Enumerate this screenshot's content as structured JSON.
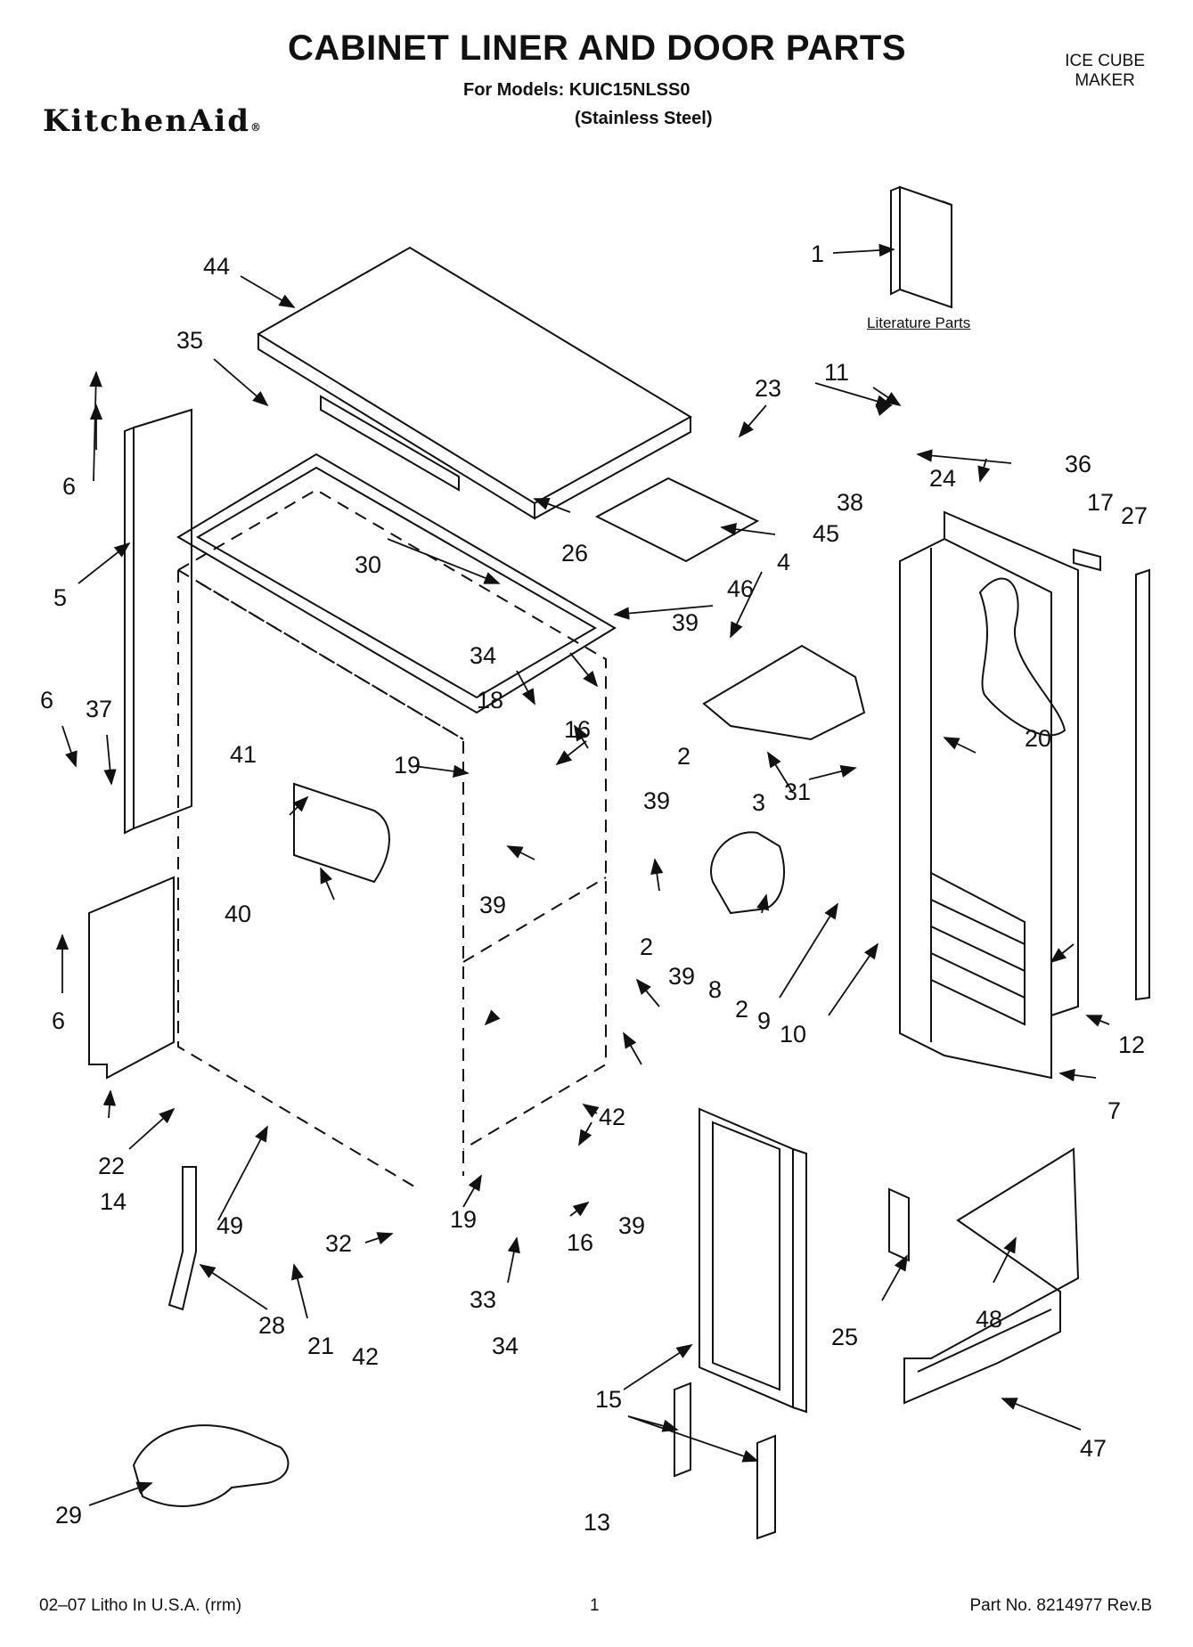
{
  "header": {
    "title": "CABINET LINER AND DOOR PARTS",
    "models_label": "For Models: KUIC15NLSS0",
    "variant": "(Stainless Steel)",
    "brand": "KitchenAid",
    "brand_mark": "®",
    "section_line1": "ICE CUBE",
    "section_line2": "MAKER"
  },
  "diagram": {
    "literature_label": "Literature Parts",
    "callouts": [
      "1",
      "2",
      "2",
      "2",
      "2",
      "3",
      "4",
      "5",
      "6",
      "6",
      "6",
      "7",
      "8",
      "9",
      "10",
      "11",
      "12",
      "13",
      "14",
      "15",
      "16",
      "16",
      "17",
      "18",
      "19",
      "19",
      "20",
      "21",
      "22",
      "23",
      "24",
      "25",
      "26",
      "27",
      "28",
      "29",
      "30",
      "31",
      "32",
      "33",
      "34",
      "34",
      "35",
      "36",
      "37",
      "38",
      "39",
      "39",
      "39",
      "39",
      "39",
      "39",
      "40",
      "41",
      "42",
      "42",
      "44",
      "45",
      "46",
      "47",
      "48",
      "49"
    ]
  },
  "footer": {
    "left": "02–07 Litho In U.S.A. (rrm)",
    "page": "1",
    "part_no": "Part No. 8214977 Rev.B"
  }
}
